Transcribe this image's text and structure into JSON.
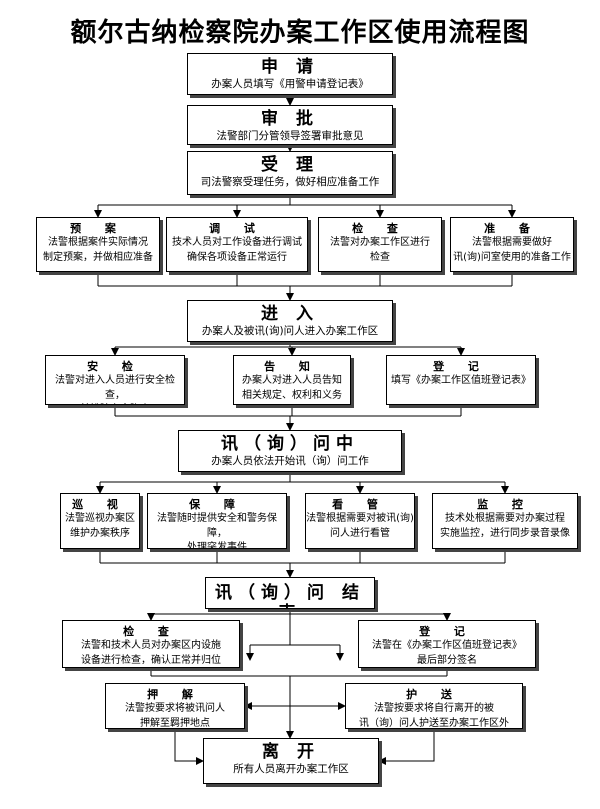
{
  "title": "额尔古纳检察院办案工作区使用流程图",
  "boxes": [
    {
      "heading": "申 请",
      "desc": [
        "办案人员填写《用警申请登记表》"
      ]
    },
    {
      "heading": "审 批",
      "desc": [
        "法警部门分管领导签署审批意见"
      ]
    },
    {
      "heading": "受 理",
      "desc": [
        "司法警察受理任务，做好相应准备工作"
      ]
    },
    {
      "heading": "预 案",
      "desc": [
        "法警根据案件实际情况",
        "制定预案，并做相应准备"
      ]
    },
    {
      "heading": "调 试",
      "desc": [
        "技术人员对工作设备进行调试",
        "确保各项设备正常运行"
      ]
    },
    {
      "heading": "检 查",
      "desc": [
        "法警对办案工作区进行",
        "检查"
      ]
    },
    {
      "heading": "准 备",
      "desc": [
        "法警根据需要做好",
        "讯(询)问室使用的准备工作"
      ]
    },
    {
      "heading": "进 入",
      "desc": [
        "办案人及被讯(询)问人进入办案工作区"
      ]
    },
    {
      "heading": "安 检",
      "desc": [
        "法警对进入人员进行安全检查，",
        "并排除安全隐患"
      ]
    },
    {
      "heading": "告 知",
      "desc": [
        "办案人对进入人员告知",
        "相关规定、权利和义务"
      ]
    },
    {
      "heading": "登 记",
      "desc": [
        "填写《办案工作区值班登记表》"
      ]
    },
    {
      "heading": "讯（询）问中",
      "desc": [
        "办案人员依法开始讯（询）问工作"
      ]
    },
    {
      "heading": "巡 视",
      "desc": [
        "法警巡视办案区",
        "维护办案秩序"
      ]
    },
    {
      "heading": "保 障",
      "desc": [
        "法警随时提供安全和警务保障，",
        "处理突发事件"
      ]
    },
    {
      "heading": "看 管",
      "desc": [
        "法警根据需要对被讯(询)",
        "问人进行看管"
      ]
    },
    {
      "heading": "监 控",
      "desc": [
        "技术处根据需要对办案过程",
        "实施监控，进行同步录音录像"
      ]
    },
    {
      "heading": "讯（询）问 结 束",
      "desc": []
    },
    {
      "heading": "检 查",
      "desc": [
        "法警和技术人员对办案区内设施",
        "设备进行检查，确认正常并归位"
      ]
    },
    {
      "heading": "登 记",
      "desc": [
        "法警在《办案工作区值班登记表》",
        "最后部分签名"
      ]
    },
    {
      "heading": "押 解",
      "desc": [
        "法警按要求将被讯问人",
        "押解至羁押地点"
      ]
    },
    {
      "heading": "护 送",
      "desc": [
        "法警按要求将自行离开的被",
        "讯（询）问人护送至办案工作区外"
      ]
    },
    {
      "heading": "离 开",
      "desc": [
        "所有人员离开办案工作区"
      ]
    }
  ]
}
